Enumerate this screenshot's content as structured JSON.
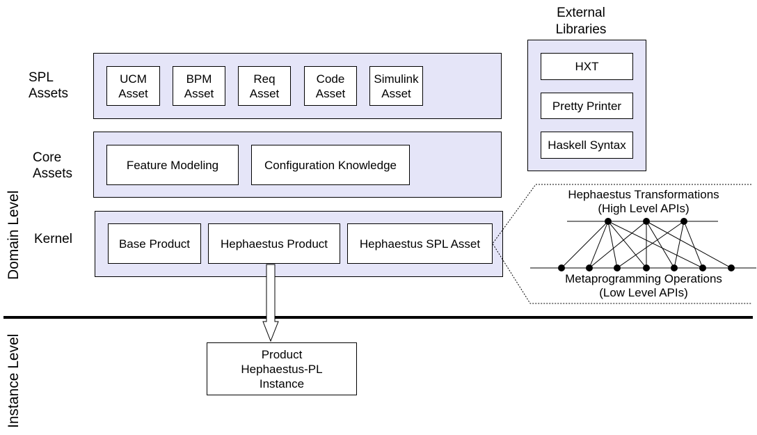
{
  "levels": {
    "domain": "Domain Level",
    "instance": "Instance Level"
  },
  "spl_assets": {
    "label": "SPL\nAssets",
    "items": [
      {
        "label": "UCM\nAsset"
      },
      {
        "label": "BPM\nAsset"
      },
      {
        "label": "Req\nAsset"
      },
      {
        "label": "Code\nAsset"
      },
      {
        "label": "Simulink\nAsset"
      }
    ]
  },
  "core_assets": {
    "label": "Core\nAssets",
    "items": [
      {
        "label": "Feature Modeling"
      },
      {
        "label": "Configuration Knowledge"
      }
    ]
  },
  "kernel": {
    "label": "Kernel",
    "items": [
      {
        "label": "Base Product"
      },
      {
        "label": "Hephaestus Product"
      },
      {
        "label": "Hephaestus SPL Asset"
      }
    ]
  },
  "external": {
    "title": "External\nLibraries",
    "items": [
      {
        "label": "HXT"
      },
      {
        "label": "Pretty Printer"
      },
      {
        "label": "Haskell Syntax"
      }
    ]
  },
  "detail": {
    "high": "Hephaestus Transformations\n(High Level APIs)",
    "low": "Metaprogramming Operations\n(Low Level APIs)"
  },
  "instance": {
    "label": "Product\nHephaestus-PL\nInstance"
  },
  "colors": {
    "panel": "#e5e5f8",
    "stroke": "#000000",
    "box": "#ffffff"
  }
}
